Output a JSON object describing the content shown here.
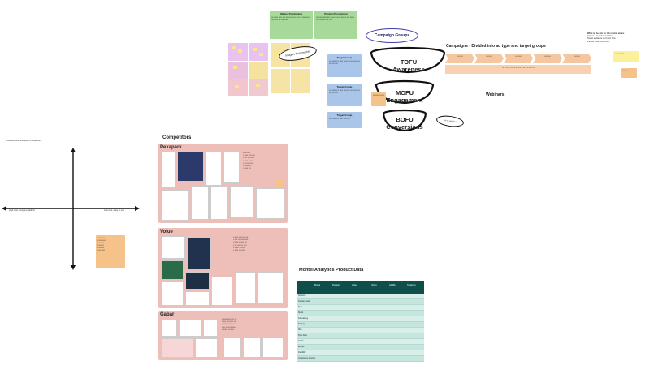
{
  "campaign_groups_label": "Campaign Groups",
  "insights_label": "Insights from market",
  "conversions_label": "Go-to-webinar",
  "campaigns_title": "Campaigns - Divided into ad type and target groups",
  "webinars_label": "Webinars",
  "funnel": {
    "tofu": "TOFU\nAwareness",
    "mofu": "MOFU\nEngagement",
    "bofu": "BOFU\nConversions"
  },
  "competitors_title": "Competitors",
  "competitors": [
    {
      "name": "Pexapark"
    },
    {
      "name": "Volue"
    },
    {
      "name": "Gabar"
    }
  ],
  "product_data_title": "Montel Analytics Product Data",
  "product_table": {
    "headers": [
      "Montel",
      "Pexapark",
      "Volue",
      "Vortex",
      "GASSL",
      "Tendering"
    ],
    "rows": [
      "Solutions",
      "Fundamentals",
      "Spot",
      "Retail",
      "Forecasting",
      "Trading",
      "Risk",
      "Price Data",
      "Nordic",
      "Europe",
      "Flexibility",
      "Quantitative Analysis"
    ]
  },
  "quadrant": {
    "top_note": "Cost-effective and quick to implement",
    "left_label": "High cost, complex platform",
    "right_label": "Low cost, easy to use"
  },
  "notes": {
    "green1_title": "Market Positioning",
    "green2_title": "Product Positioning",
    "blue_title": "Target Group"
  },
  "right_notes": {
    "title": "What is the aim for the market teams",
    "l1": "Global - all market activities",
    "l2": "Target audience and user flow",
    "l3": "Partner offers and more"
  },
  "colors": {
    "panel": "#eebfb9",
    "green": "#a6d99a",
    "blue": "#a9c6ea",
    "orange": "#f5c28a",
    "table_header": "#0e4f4a"
  }
}
